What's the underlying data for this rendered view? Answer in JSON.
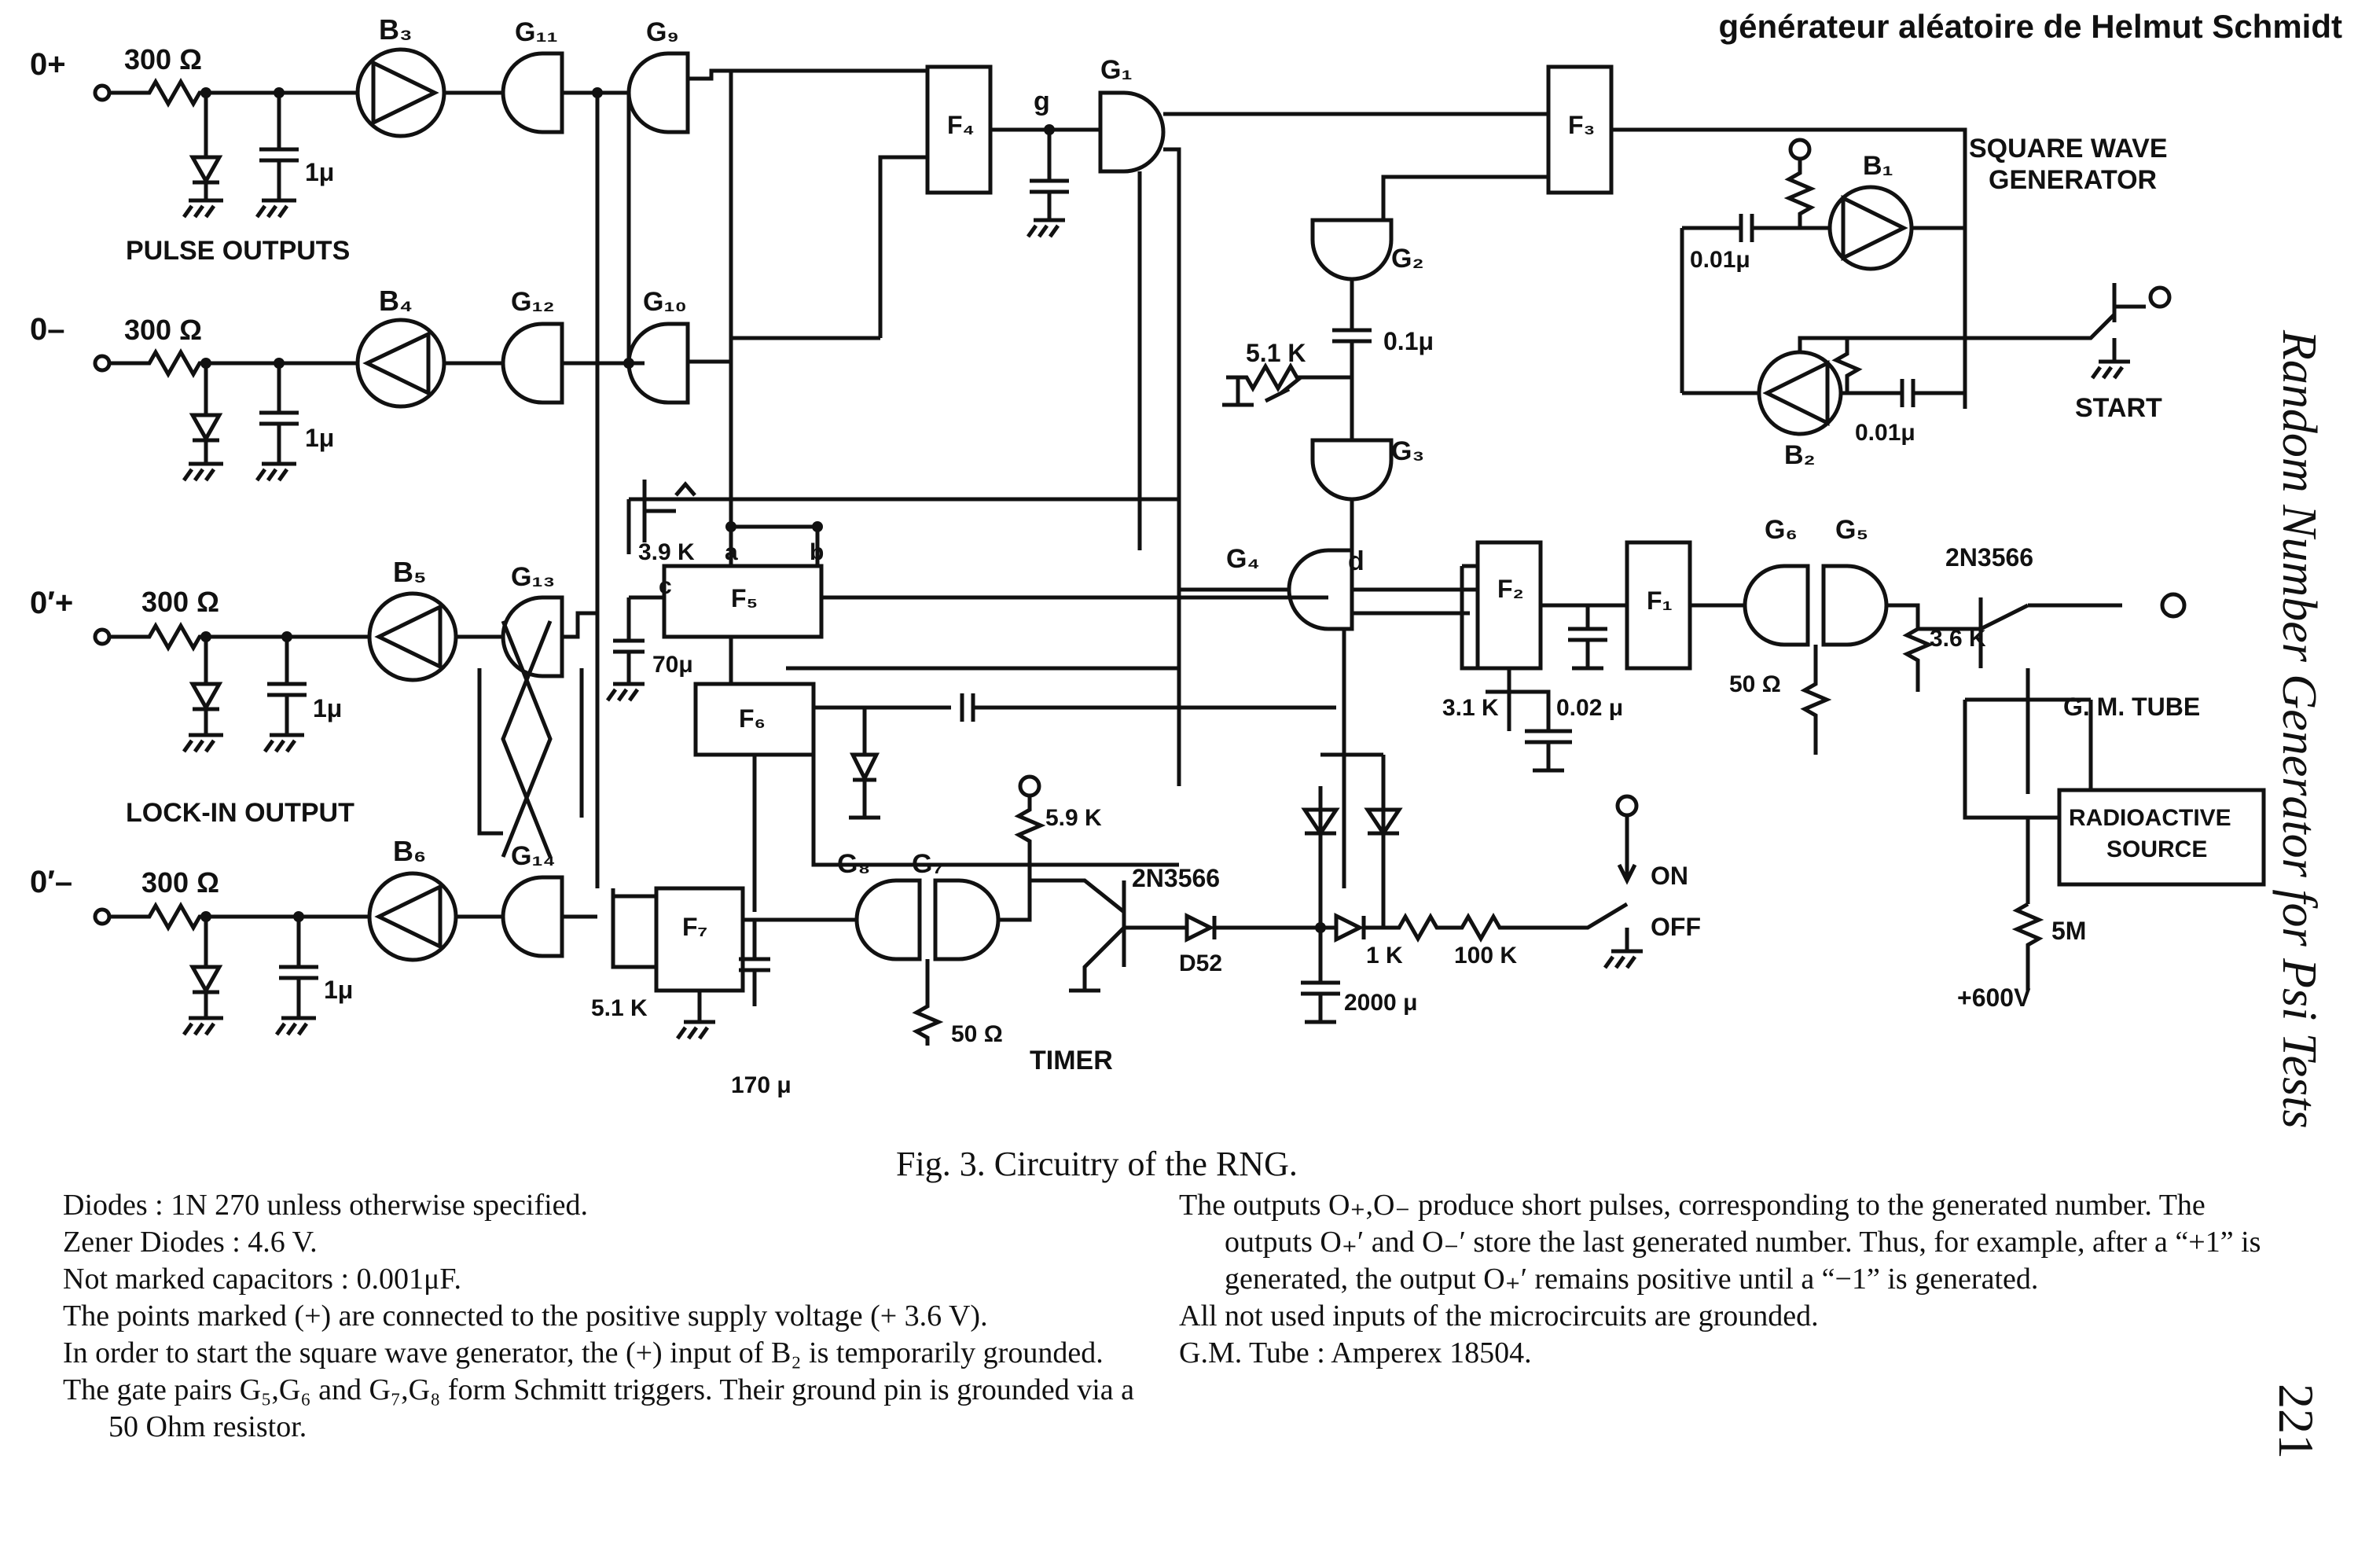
{
  "header": {
    "title": "générateur aléatoire de Helmut Schmidt"
  },
  "side_title": "Random Number Generator for Psi Tests",
  "page_number": "221",
  "caption": "Fig. 3.  Circuitry of the RNG.",
  "notes_left": [
    "Diodes : 1N 270 unless otherwise specified.",
    "Zener Diodes : 4.6 V.",
    "Not marked capacitors : 0.001μF.",
    "The points marked (+) are connected to the positive supply voltage (+ 3.6 V).",
    "In order to start the square wave generator, the (+) input of B₂ is temporarily grounded.",
    "The gate pairs G₅,G₆ and G₇,G₈ form Schmitt triggers. Their ground pin is grounded via a 50 Ohm resistor."
  ],
  "notes_right": [
    "The outputs O₊,O₋ produce short pulses, corresponding to the generated number. The outputs O₊′ and O₋′ store the last generated number. Thus, for example, after a “+1” is generated, the output O₊′ remains positive until a “−1” is generated.",
    "All not used inputs of the microcircuits are grounded.",
    "G.M. Tube : Amperex 18504."
  ],
  "labels": {
    "o_plus": "0+",
    "o_minus": "0–",
    "o_plus_prime": "0′+",
    "o_minus_prime": "0′–",
    "r300": "300 Ω",
    "cap_1u": "1μ",
    "pulse_outputs": "PULSE OUTPUTS",
    "lockin_output": "LOCK-IN OUTPUT",
    "b3": "B₃",
    "b4": "B₄",
    "b5": "B₅",
    "b6": "B₆",
    "b1": "B₁",
    "b2": "B₂",
    "g11": "G₁₁",
    "g9": "G₉",
    "g12": "G₁₂",
    "g10": "G₁₀",
    "g13": "G₁₃",
    "g14": "G₁₄",
    "g1": "G₁",
    "g2": "G₂",
    "g3": "G₃",
    "g4": "G₄",
    "g5": "G₅",
    "g6": "G₆",
    "g7": "G₇",
    "g8": "G₈",
    "f1": "F₁",
    "f2": "F₂",
    "f3": "F₃",
    "f4": "F₄",
    "f5": "F₅",
    "f6": "F₆",
    "f7": "F₇",
    "g_node": "g",
    "a": "a",
    "b": "b",
    "c": "c",
    "d": "d",
    "square_wave": "SQUARE WAVE",
    "generator": "GENERATOR",
    "cap_001u_1": "0.01μ",
    "cap_001u_2": "0.01μ",
    "start": "START",
    "r51k": "5.1 K",
    "cap_01u": "0.1μ",
    "r39k": "3.9 K",
    "cap_70u": "70μ",
    "r31k": "3.1 K",
    "cap_002u": "0.02 μ",
    "r50_1": "50 Ω",
    "r36k": "3.6 K",
    "t2n3566_1": "2N3566",
    "t2n3566_2": "2N3566",
    "gm_tube": "G. M. TUBE",
    "radioactive": "RADIOACTIVE",
    "source": "SOURCE",
    "r5m": "5M",
    "v600": "+600V",
    "r59k": "5.9 K",
    "d52": "D52",
    "r1k": "1 K",
    "r100k": "100 K",
    "cap_2000u": "2000 μ",
    "on": "ON",
    "off": "OFF",
    "r51k_2": "5.1 K",
    "cap_170u": "170 μ",
    "r50_2": "50 Ω",
    "timer": "TIMER"
  }
}
